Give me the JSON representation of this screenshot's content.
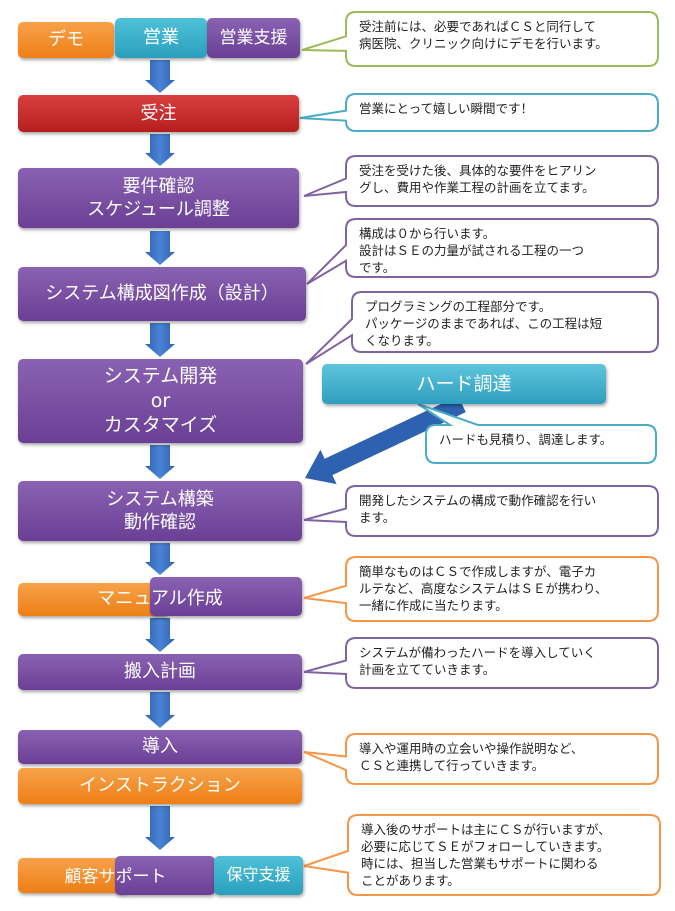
{
  "steps": {
    "demo": "デモ",
    "sales": "営業",
    "sales_support": "営業支援",
    "order": "受注",
    "requirements": "要件確認\nスケジュール調整",
    "design": "システム構成図作成（設計）",
    "develop": "システム開発\nor\nカスタマイズ",
    "hardware": "ハード調達",
    "build": "システム構築\n動作確認",
    "manual": "マニュアル作成",
    "plan": "搬入計画",
    "install": "導入",
    "instruction": "インストラクション",
    "support": "顧客サポート",
    "maintenance": "保守支援"
  },
  "notes": {
    "demo": "受注前には、必要であればＣＳと同行して\n病医院、クリニック向けにデモを行います。",
    "order": "営業にとって嬉しい瞬間です！",
    "requirements": "受注を受けた後、具体的な要件をヒアリン\nグし、費用や作業工程の計画を立てます。",
    "design": "構成は０から行います。\n設計はＳＥの力量が試される工程の一つ\nです。",
    "develop": "プログラミングの工程部分です。\nパッケージのままであれば、この工程は短\nくなります。",
    "hardware": "ハードも見積り、調達します。",
    "build": "開発したシステムの構成で動作確認を行い\nます。",
    "manual": "簡単なものはＣＳで作成しますが、電子カ\nルテなど、高度なシステムはＳＥが携わり、\n一緒に作成に当たります。",
    "plan": "システムが備わったハードを導入していく\n計画を立てていきます。",
    "install": "導入や運用時の立会いや操作説明など、\nＣＳと連携して行っていきます。",
    "support": "導入後のサポートは主にＣＳが行いますが、\n必要に応じてＳＥがフォローしていきます。\n時には、担当した営業もサポートに関わる\nことがあります。"
  },
  "colors": {
    "orange": "#ee7f16",
    "teal": "#2a9fbd",
    "purple": "#6a3f95",
    "red": "#b51e1e",
    "arrow": "#2e62b0",
    "note_green_border": "#9bbb59",
    "note_teal_border": "#4bacc6",
    "note_purple_border": "#8064a2",
    "note_orange_border": "#f79646"
  }
}
